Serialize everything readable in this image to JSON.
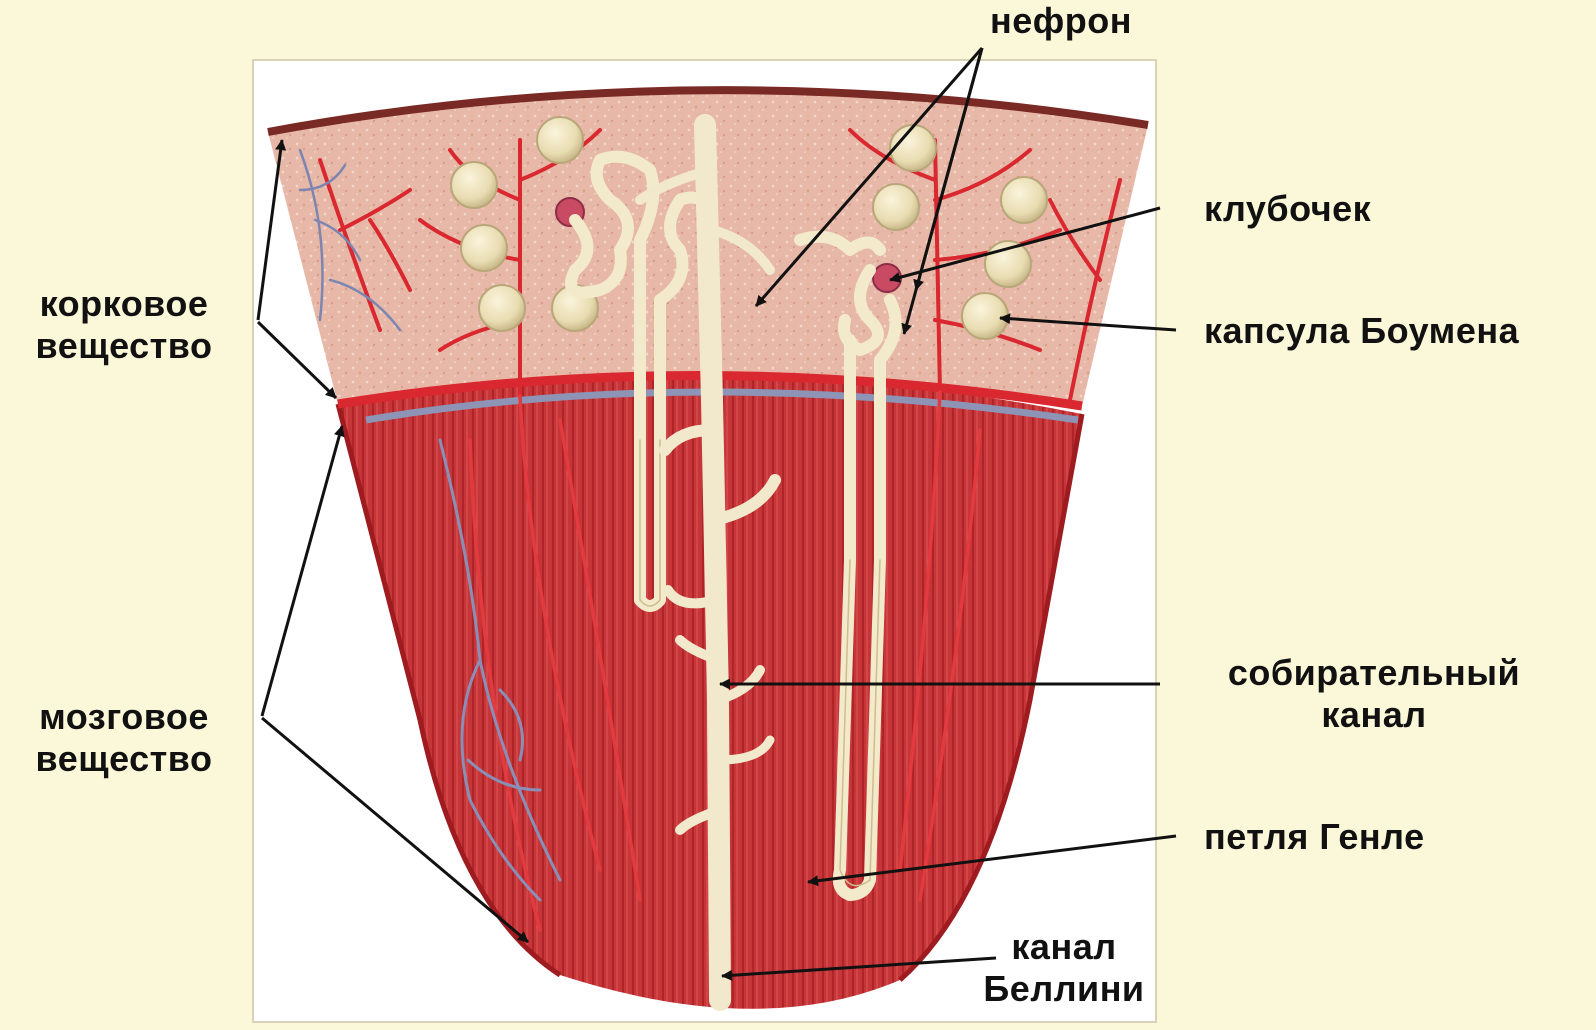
{
  "diagram": {
    "colors": {
      "background": "#fbf7d9",
      "frame": "#ffffff",
      "cortex": "#e8b6a6",
      "medulla": "#c93a3c",
      "vessel": "#d9282f",
      "vein": "#8a8fb8",
      "tubule": "#f3eacb",
      "capsule": "#efe6c3",
      "arrow": "#111111"
    },
    "labels": {
      "nephron": "нефрон",
      "glomerulus": "клубочек",
      "bowman_capsule": "капсула Боумена",
      "cortex_line1": "корковое",
      "cortex_line2": "вещество",
      "medulla_line1": "мозговое",
      "medulla_line2": "вещество",
      "collecting_line1": "собирательный",
      "collecting_line2": "канал",
      "henle_loop": "петля Генле",
      "bellini_line1": "канал",
      "bellini_line2": "Беллини"
    }
  }
}
